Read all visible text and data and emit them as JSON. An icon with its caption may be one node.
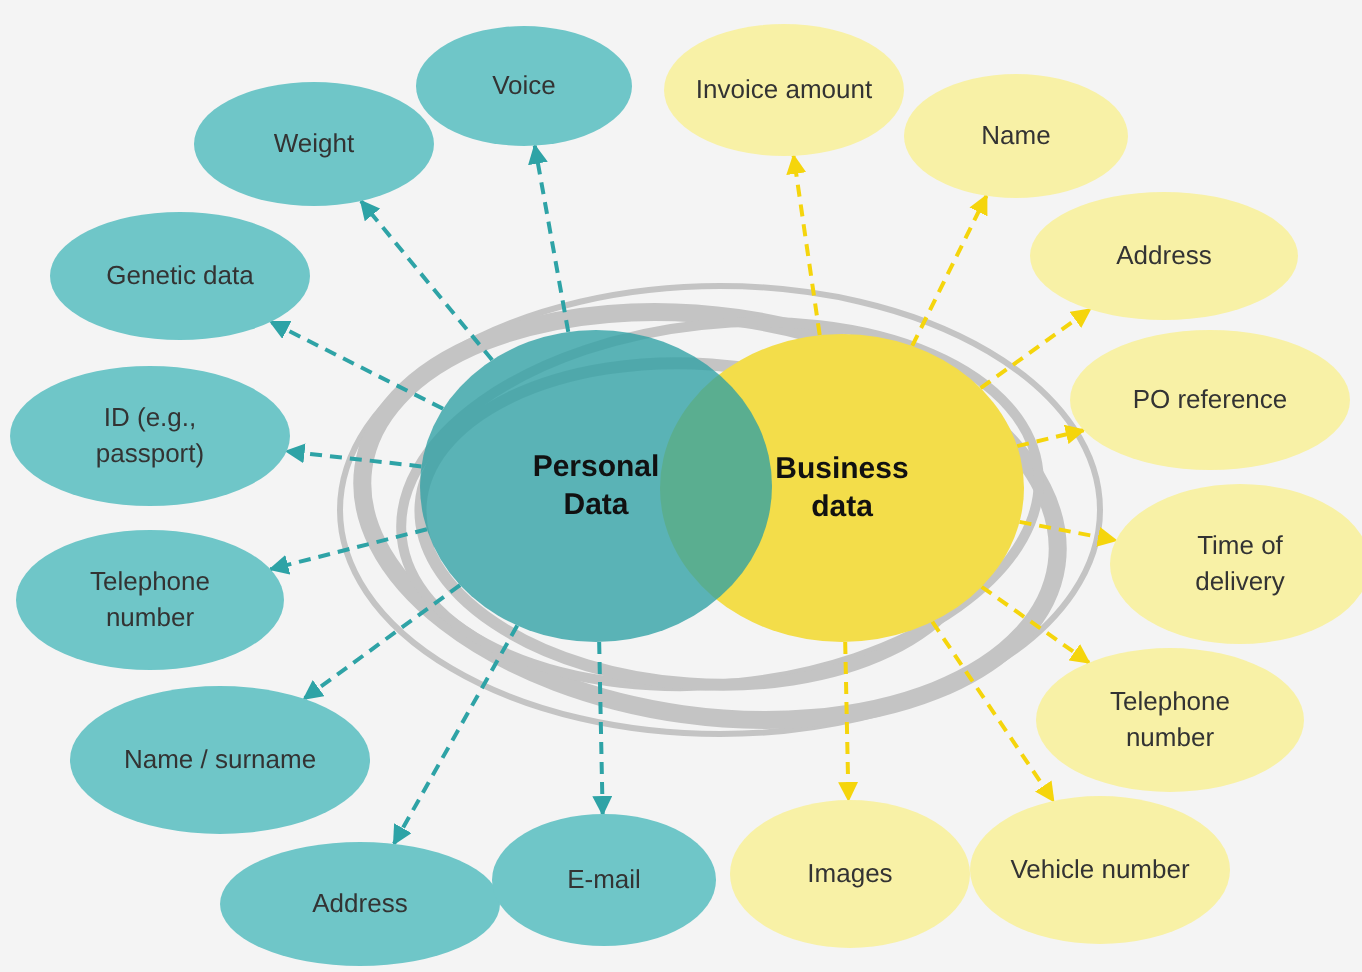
{
  "diagram": {
    "nodes": [
      {
        "text": [
          "Personal Data"
        ]
      },
      {
        "text": [
          "Business data"
        ]
      },
      {
        "text": [
          "Voice"
        ]
      },
      {
        "text": [
          "Weight"
        ]
      },
      {
        "text": [
          "Genetic data"
        ]
      },
      {
        "text": [
          "ID (e.g., passport)"
        ]
      },
      {
        "text": [
          "Telephone number"
        ]
      },
      {
        "text": [
          "Name / surname"
        ]
      },
      {
        "text": [
          "Address"
        ]
      },
      {
        "text": [
          "E-mail"
        ]
      },
      {
        "text": [
          "Invoice amount"
        ]
      },
      {
        "text": [
          "Name"
        ]
      },
      {
        "text": [
          "Address"
        ]
      },
      {
        "text": [
          "PO reference"
        ]
      },
      {
        "text": [
          "Time of delivery"
        ]
      },
      {
        "text": [
          "Telephone number"
        ]
      },
      {
        "text": [
          "Vehicle number"
        ]
      },
      {
        "text": [
          "Images"
        ]
      }
    ],
    "edges": [
      {
        "from": 0,
        "to": 2,
        "arrow": "to",
        "style": "dashed",
        "color": "#2ea3a6"
      },
      {
        "from": 0,
        "to": 3,
        "arrow": "to",
        "style": "dashed",
        "color": "#2ea3a6"
      },
      {
        "from": 0,
        "to": 4,
        "arrow": "to",
        "style": "dashed",
        "color": "#2ea3a6"
      },
      {
        "from": 0,
        "to": 5,
        "arrow": "to",
        "style": "dashed",
        "color": "#2ea3a6"
      },
      {
        "from": 0,
        "to": 6,
        "arrow": "to",
        "style": "dashed",
        "color": "#2ea3a6"
      },
      {
        "from": 0,
        "to": 7,
        "arrow": "to",
        "style": "dashed",
        "color": "#2ea3a6"
      },
      {
        "from": 0,
        "to": 8,
        "arrow": "to",
        "style": "dashed",
        "color": "#2ea3a6"
      },
      {
        "from": 0,
        "to": 9,
        "arrow": "to",
        "style": "dashed",
        "color": "#2ea3a6"
      },
      {
        "from": 1,
        "to": 10,
        "arrow": "to",
        "style": "dashed",
        "color": "#f5d50c"
      },
      {
        "from": 1,
        "to": 11,
        "arrow": "to",
        "style": "dashed",
        "color": "#f5d50c"
      },
      {
        "from": 1,
        "to": 12,
        "arrow": "to",
        "style": "dashed",
        "color": "#f5d50c"
      },
      {
        "from": 1,
        "to": 13,
        "arrow": "to",
        "style": "dashed",
        "color": "#f5d50c"
      },
      {
        "from": 1,
        "to": 14,
        "arrow": "to",
        "style": "dashed",
        "color": "#f5d50c"
      },
      {
        "from": 1,
        "to": 15,
        "arrow": "to",
        "style": "dashed",
        "color": "#f5d50c"
      },
      {
        "from": 1,
        "to": 16,
        "arrow": "to",
        "style": "dashed",
        "color": "#f5d50c"
      },
      {
        "from": 1,
        "to": 17,
        "arrow": "to",
        "style": "dashed",
        "color": "#f5d50c"
      }
    ]
  }
}
